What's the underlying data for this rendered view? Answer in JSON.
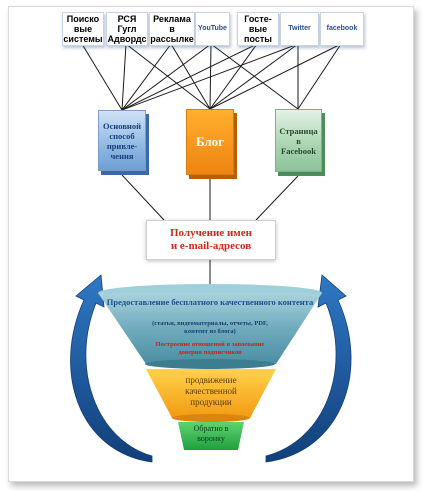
{
  "sources": [
    {
      "label": "Поиско\nвые\nсистемы",
      "blue": false
    },
    {
      "label": "РСЯ\nГугл\nАдвордс",
      "blue": false
    },
    {
      "label": "Реклама\nв\nрассылке",
      "blue": false
    },
    {
      "label": "YouTube",
      "blue": true
    },
    {
      "label": "Госте-\nвые\nпосты",
      "blue": false
    },
    {
      "label": "Twitter",
      "blue": true
    },
    {
      "label": "facebook",
      "blue": true
    }
  ],
  "channels": {
    "left": "Основной\nспособ\nпривле-\nчения",
    "middle": "Блог",
    "right": "Страница\nв\nFacebook"
  },
  "leads": {
    "line1": "Получение имен",
    "line2": "и e-mail-адресов"
  },
  "funnel": {
    "tier1_title": "Предоставление бесплатного качественного контента",
    "tier1_detail": "(статьи, видеоматериалы, отчеты, PDF,\nконтент из блога)",
    "tier1_red": "Построение отношений и завоевание\nдоверия подписчиков",
    "tier2": "продвижение\nкачественной\nпродукции",
    "tier3": "Обратно в\nворонку"
  },
  "colors": {
    "funnel_top": "#5f9eb0",
    "funnel_mid": "#f4a81a",
    "funnel_bottom": "#2bb14d",
    "arrow": "#1f5fa8",
    "accent_red": "#d6261c"
  }
}
